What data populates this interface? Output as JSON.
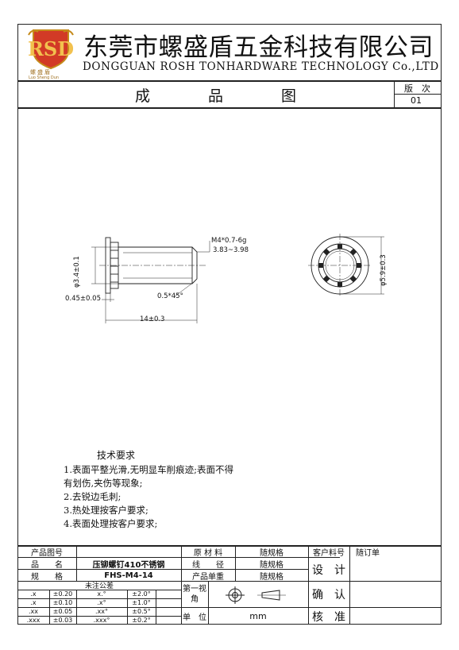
{
  "header": {
    "company_cn": "东莞市螺盛盾五金科技有限公司",
    "company_en": "DONGGUAN ROSH TONHARDWARE TECHNOLOGY Co.,LTD",
    "logo_letters": "RSD",
    "logo_sub": "螺盛盾",
    "logo_pinyin": "Luo Sheng Dun",
    "doc_title": [
      "成",
      "品",
      "图"
    ],
    "version_label": "版　次",
    "version_value": "01"
  },
  "drawing": {
    "thread_label": "M4*0.7-6g",
    "thread_range": "3.83~3.98",
    "diameter_label": "φ3.4±0.1",
    "chamfer_label": "0.5*45°",
    "head_thickness": "0.45±0.05",
    "length_label": "14±0.3",
    "head_diameter": "φ5.9±0.3"
  },
  "requirements": {
    "title": "技术要求",
    "lines": [
      "1.表面平整光滑,无明显车削痕迹;表面不得",
      "有划伤,夹伤等现象;",
      "2.去锐边毛刺;",
      "3.热处理按客户要求;",
      "4.表面处理按客户要求;"
    ]
  },
  "titleblock": {
    "product_no_label": "产品图号",
    "product_name_label": "品　　名",
    "product_name_value": "压铆螺钉410不锈钢",
    "spec_label": "规　　格",
    "spec_value": "FHS-M4-14",
    "material_label": "原 材 料",
    "material_value": "随规格",
    "wire_label": "线　　径",
    "wire_value": "随规格",
    "weight_label": "产品单重",
    "weight_value": "随规格",
    "customer_no_label": "客户料号",
    "customer_no_value": "随订单",
    "design_label": "设　计",
    "confirm_label": "确　认",
    "approve_label": "核　准",
    "tolerance_title": "未注公差",
    "tolerances": [
      {
        "lin": ".x",
        "lin_val": "±0.20",
        "ang": "x.°",
        "ang_val": "±2.0°"
      },
      {
        "lin": ".x",
        "lin_val": "±0.10",
        "ang": ".x°",
        "ang_val": "±1.0°"
      },
      {
        "lin": ".xx",
        "lin_val": "±0.05",
        "ang": ".xx°",
        "ang_val": "±0.5°"
      },
      {
        "lin": ".xxx",
        "lin_val": "±0.03",
        "ang": ".xxx°",
        "ang_val": "±0.2°"
      }
    ],
    "view_label": "第一视角",
    "unit_label": "单　位",
    "unit_value": "mm"
  }
}
